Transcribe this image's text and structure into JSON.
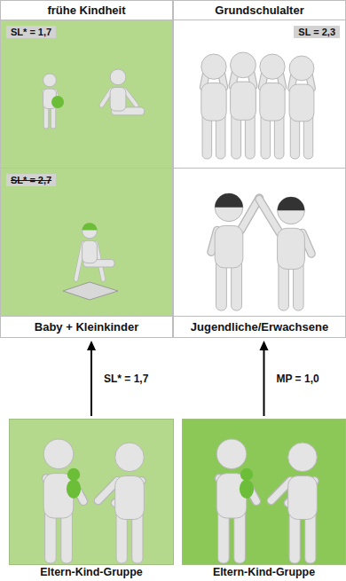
{
  "diagram": {
    "nodes": [
      {
        "text": [
          "frühe Kindheit"
        ]
      },
      {
        "text": [
          "Grundschulalter"
        ]
      },
      {
        "text": [
          "SL* = 1,7"
        ]
      },
      {
        "text": [
          "SL = 2,3"
        ]
      },
      {
        "text": [
          "SL* = 2,7"
        ]
      },
      {
        "text": [
          "Baby + Kleinkinder"
        ]
      },
      {
        "text": [
          "Jugendliche/Erwachsene"
        ]
      },
      {
        "text": [
          "Eltern-Kind-Gruppe"
        ]
      },
      {
        "text": [
          "Eltern-Kind-Gruppe"
        ]
      }
    ],
    "edges": [
      {
        "from": 7,
        "to": 5,
        "label": "SL* = 1,7",
        "arrow": "to"
      },
      {
        "from": 8,
        "to": 6,
        "label": "MP = 1,0",
        "arrow": "to"
      }
    ]
  }
}
